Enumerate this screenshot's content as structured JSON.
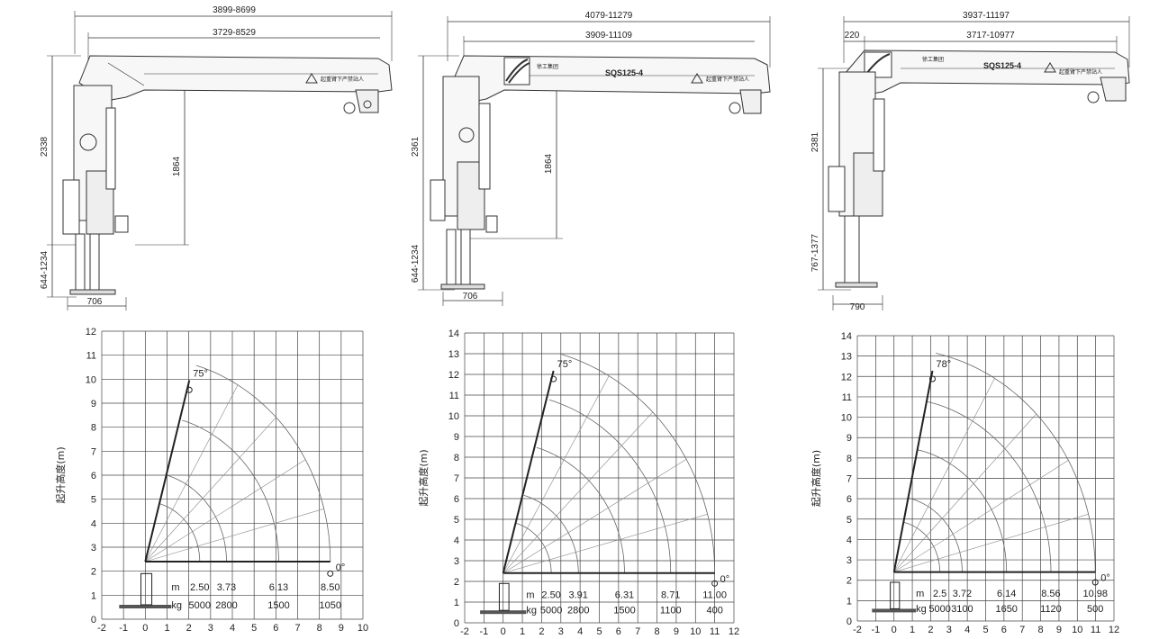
{
  "drawings": [
    {
      "dims": {
        "top_outer": "3899-8699",
        "top_inner": "3729-8529",
        "left_height": "2338",
        "mid_height": "1864",
        "outrigger": "644-1234",
        "base_width": "706"
      },
      "labels": {
        "warning": "起重臂下严禁站人",
        "model": ""
      }
    },
    {
      "dims": {
        "top_outer": "4079-11279",
        "top_inner": "3909-11109",
        "left_height": "2361",
        "mid_height": "1864",
        "outrigger": "644-1234",
        "base_width": "706"
      },
      "labels": {
        "warning": "起重臂下严禁站人",
        "model": "SQS125-4",
        "brand": "徐工集团"
      }
    },
    {
      "dims": {
        "top_outer": "3937-11197",
        "top_left": "220",
        "top_inner": "3717-10977",
        "left_height": "2381",
        "outrigger": "767-1377",
        "base_width": "790"
      },
      "labels": {
        "warning": "起重臂下严禁站人",
        "model": "SQS125-4",
        "brand": "徐工集团"
      }
    }
  ],
  "chart_data": [
    {
      "type": "diagram",
      "ylabel": "起升高度(m)",
      "xlim": [
        -2,
        10
      ],
      "ylim": [
        0,
        12
      ],
      "x_ticks": [
        "-2",
        "-1",
        "0",
        "1",
        "2",
        "3",
        "4",
        "5",
        "6",
        "7",
        "8",
        "9",
        "10"
      ],
      "y_ticks": [
        "0",
        "1",
        "2",
        "3",
        "4",
        "5",
        "6",
        "7",
        "8",
        "9",
        "10",
        "11",
        "12"
      ],
      "angle_top": "75°",
      "angle_bottom": "0°",
      "pivot": [
        0,
        2.4
      ],
      "radii": [
        2.5,
        3.73,
        6.13,
        8.5
      ],
      "table": {
        "row_m_label": "m",
        "row_kg_label": "kg",
        "m": [
          "2.50",
          "3.73",
          "6.13",
          "8.50"
        ],
        "kg": [
          "5000",
          "2800",
          "1500",
          "1050"
        ]
      }
    },
    {
      "type": "diagram",
      "ylabel": "起升高度(m)",
      "xlim": [
        -2,
        12
      ],
      "ylim": [
        0,
        14
      ],
      "x_ticks": [
        "-2",
        "-1",
        "0",
        "1",
        "2",
        "3",
        "4",
        "5",
        "6",
        "7",
        "8",
        "9",
        "10",
        "11",
        "12"
      ],
      "y_ticks": [
        "0",
        "1",
        "2",
        "3",
        "4",
        "5",
        "6",
        "7",
        "8",
        "9",
        "10",
        "11",
        "12",
        "13",
        "14"
      ],
      "angle_top": "75°",
      "angle_bottom": "0°",
      "pivot": [
        0,
        2.4
      ],
      "radii": [
        2.5,
        3.91,
        6.31,
        8.71,
        11.0
      ],
      "table": {
        "row_m_label": "m",
        "row_kg_label": "kg",
        "m": [
          "2.50",
          "3.91",
          "6.31",
          "8.71",
          "11.00"
        ],
        "kg": [
          "5000",
          "2800",
          "1500",
          "1100",
          "400"
        ]
      }
    },
    {
      "type": "diagram",
      "ylabel": "起升高度(m)",
      "xlim": [
        -2,
        12
      ],
      "ylim": [
        0,
        14
      ],
      "x_ticks": [
        "-2",
        "-1",
        "0",
        "1",
        "2",
        "3",
        "4",
        "5",
        "6",
        "7",
        "8",
        "9",
        "10",
        "11",
        "12"
      ],
      "y_ticks": [
        "0",
        "1",
        "2",
        "3",
        "4",
        "5",
        "6",
        "7",
        "8",
        "9",
        "10",
        "11",
        "12",
        "13",
        "14"
      ],
      "angle_top": "78°",
      "angle_bottom": "0°",
      "pivot": [
        0,
        2.4
      ],
      "radii": [
        2.5,
        3.72,
        6.14,
        8.56,
        10.98
      ],
      "table": {
        "row_m_label": "m",
        "row_kg_label": "kg",
        "m": [
          "2.5",
          "3.72",
          "6.14",
          "8.56",
          "10.98"
        ],
        "kg": [
          "5000",
          "3100",
          "1650",
          "1120",
          "500"
        ]
      }
    }
  ]
}
